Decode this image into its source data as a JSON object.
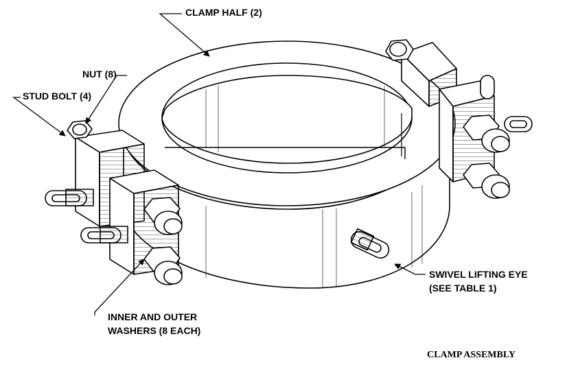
{
  "diagram": {
    "caption": "CLAMP ASSEMBLY",
    "callouts": {
      "clamp_half": "CLAMP HALF (2)",
      "nut": "NUT (8)",
      "stud_bolt": "STUD BOLT (4)",
      "swivel_line1": "SWIVEL LIFTING EYE",
      "swivel_line2": "(SEE TABLE 1)",
      "washers_line1": "INNER AND OUTER",
      "washers_line2": "WASHERS (8 EACH)"
    }
  }
}
